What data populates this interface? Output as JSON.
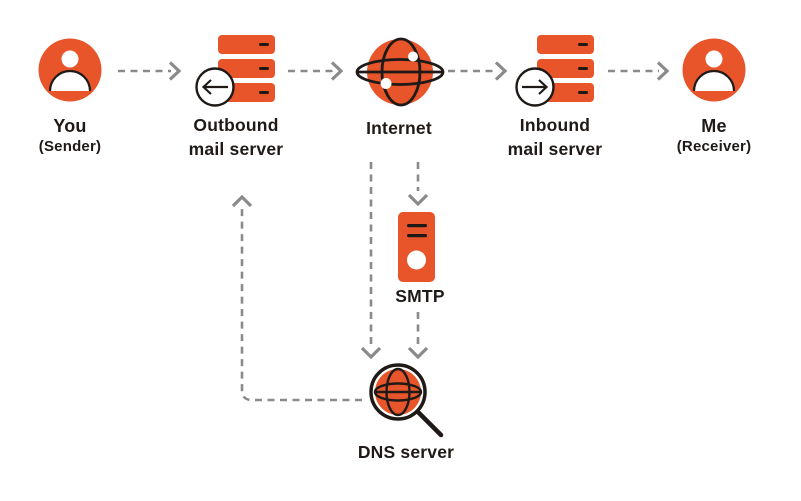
{
  "diagram": {
    "name": "email-delivery-flow",
    "nodes": {
      "you": {
        "label": "You",
        "sublabel": "(Sender)",
        "icon": "user-icon"
      },
      "outbound": {
        "label": "Outbound",
        "label2": "mail server",
        "icon": "outbound-mail-server-icon"
      },
      "internet": {
        "label": "Internet",
        "icon": "internet-globe-icon"
      },
      "inbound": {
        "label": "Inbound",
        "label2": "mail server",
        "icon": "inbound-mail-server-icon"
      },
      "me": {
        "label": "Me",
        "sublabel": "(Receiver)",
        "icon": "user-icon"
      },
      "smtp": {
        "label": "SMTP",
        "icon": "tower-server-icon"
      },
      "dns": {
        "label": "DNS server",
        "icon": "dns-globe-magnifier-icon"
      }
    },
    "connections": [
      {
        "from": "you",
        "to": "outbound",
        "style": "dashed-arrow"
      },
      {
        "from": "outbound",
        "to": "internet",
        "style": "dashed-arrow"
      },
      {
        "from": "internet",
        "to": "inbound",
        "style": "dashed-arrow"
      },
      {
        "from": "inbound",
        "to": "me",
        "style": "dashed-arrow"
      },
      {
        "from": "internet",
        "to": "smtp",
        "style": "dashed-arrow"
      },
      {
        "from": "smtp",
        "to": "dns",
        "style": "dashed-arrow"
      },
      {
        "from": "internet",
        "to": "dns",
        "style": "dashed-arrow"
      },
      {
        "from": "dns",
        "to": "outbound",
        "style": "dashed-arrow"
      }
    ],
    "colors": {
      "accent_orange": "#E8552A",
      "connector_gray": "#8A8A8A",
      "outline_dark": "#1F1A17",
      "background": "#FFFFFF"
    }
  }
}
